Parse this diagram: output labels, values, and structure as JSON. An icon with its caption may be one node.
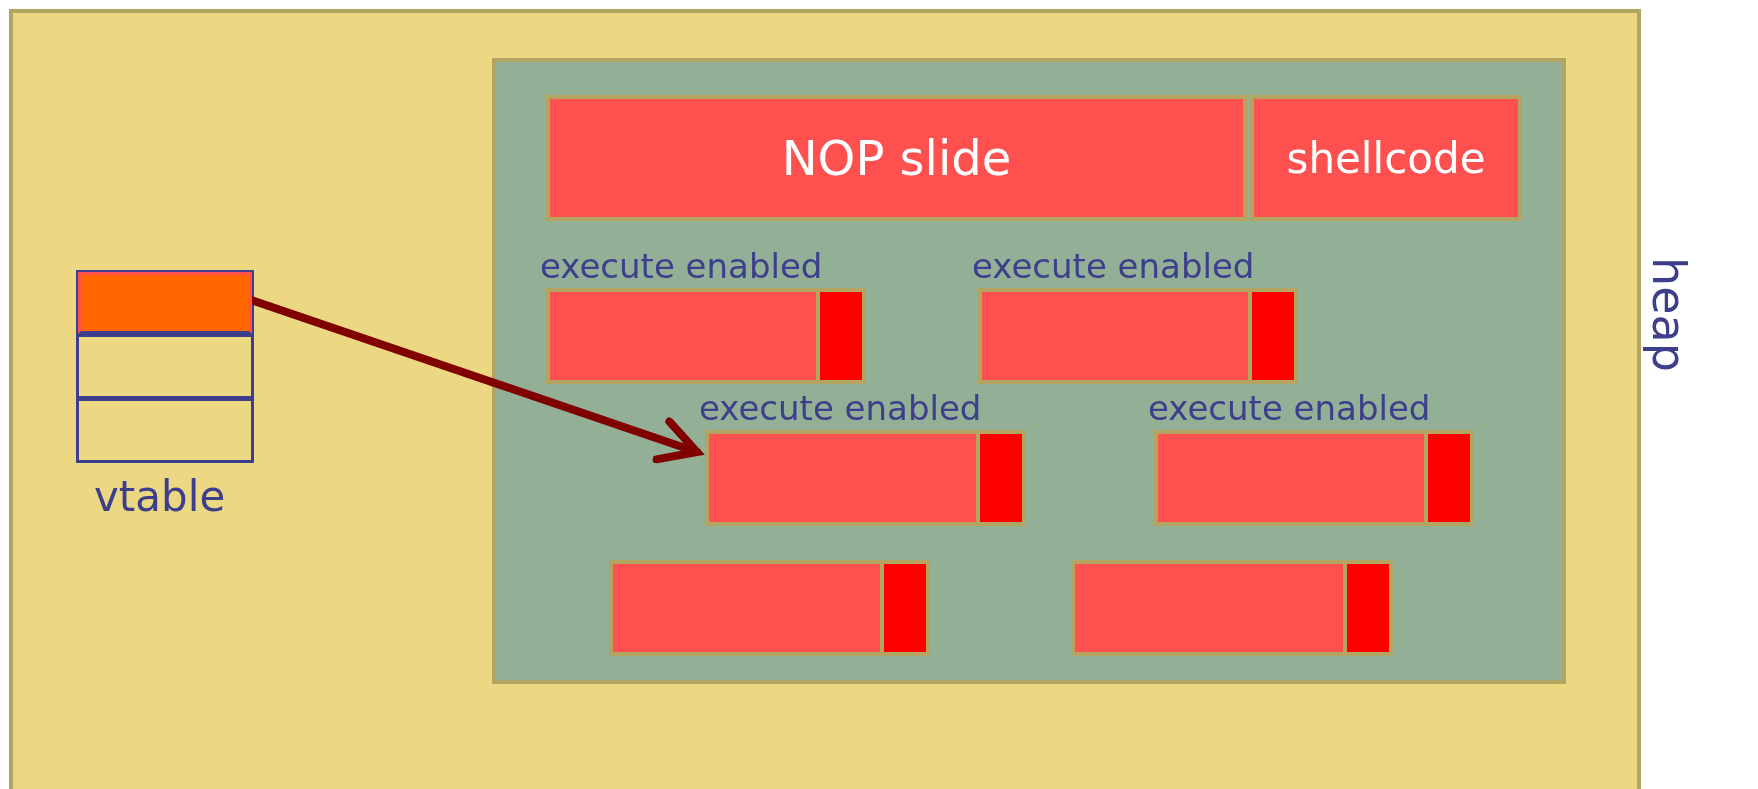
{
  "diagram": {
    "nodes": [
      {
        "text": [
          "heap"
        ]
      },
      {
        "text": [
          "vtable"
        ],
        "in": 0
      },
      {
        "text": [],
        "shape": "box",
        "in": 1
      },
      {
        "text": [],
        "shape": "box",
        "in": 0
      },
      {
        "text": [
          "NOP slide"
        ],
        "in": 3
      },
      {
        "text": [
          "shellcode"
        ],
        "in": 3
      },
      {
        "text": [
          "execute enabled"
        ],
        "in": 3
      },
      {
        "text": [
          "execute enabled"
        ],
        "in": 3
      },
      {
        "text": [
          "execute enabled"
        ],
        "in": 3
      },
      {
        "text": [
          "execute enabled"
        ],
        "in": 3
      },
      {
        "text": [],
        "shape": "bar",
        "in": 3
      },
      {
        "text": [],
        "shape": "bar",
        "in": 3
      }
    ],
    "edges": [
      {
        "from": 2,
        "to": 8,
        "arrow": "to",
        "color": "#800000"
      }
    ]
  }
}
